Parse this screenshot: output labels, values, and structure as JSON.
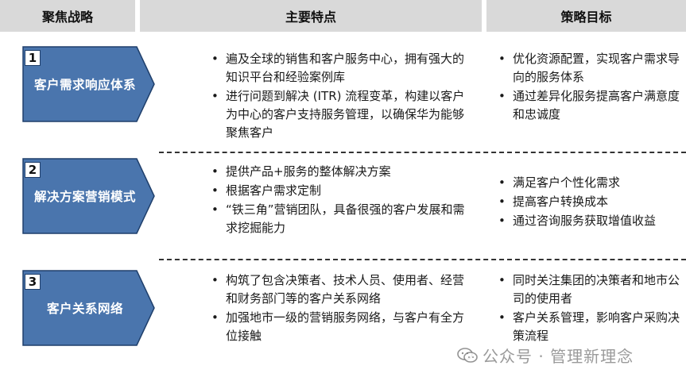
{
  "header": {
    "col1": "聚焦战略",
    "col2": "主要特点",
    "col3": "策略目标"
  },
  "colors": {
    "box_fill": "#4a75ad",
    "box_border": "#1f3f6b",
    "header_bg": "#d9d9d9"
  },
  "sections": [
    {
      "number": "1",
      "name": "客户需求响应体系",
      "features": [
        "遍及全球的销售和客户服务中心，拥有强大的知识平台和经验案例库",
        "进行问题到解决 (ITR) 流程变革，构建以客户为中心的客户支持服务管理，以确保华为能够聚焦客户"
      ],
      "goals": [
        "优化资源配置，实现客户需求导向的服务体系",
        "通过差异化服务提高客户满意度和忠诚度"
      ]
    },
    {
      "number": "2",
      "name": "解决方案营销模式",
      "features": [
        "提供产品+服务的整体解决方案",
        "根据客户需求定制",
        "“铁三角”营销团队，具备很强的客户发展和需求挖掘能力"
      ],
      "goals": [
        "满足客户个性化需求",
        "提高客户转换成本",
        "通过咨询服务获取增值收益"
      ]
    },
    {
      "number": "3",
      "name": "客户关系网络",
      "features": [
        "构筑了包含决策者、技术人员、使用者、经营和财务部门等的客户关系网络",
        "加强地市一级的营销服务网络，与客户有全方位接触"
      ],
      "goals": [
        "同时关注集团的决策者和地市公司的使用者",
        "客户关系管理，影响客户采购决策流程"
      ]
    }
  ],
  "watermark": {
    "text": "公众号 · 管理新理念",
    "icon": "wechat-icon"
  }
}
